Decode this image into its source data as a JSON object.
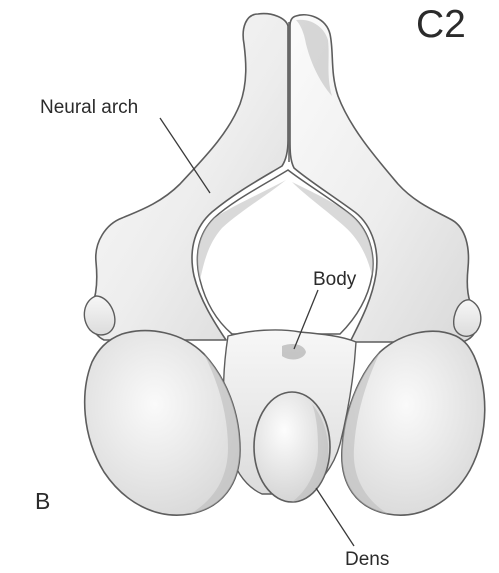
{
  "figure": {
    "vertebra_label": "C2",
    "panel_label": "B",
    "labels": {
      "neural_arch": "Neural arch",
      "body": "Body",
      "dens": "Dens"
    }
  }
}
